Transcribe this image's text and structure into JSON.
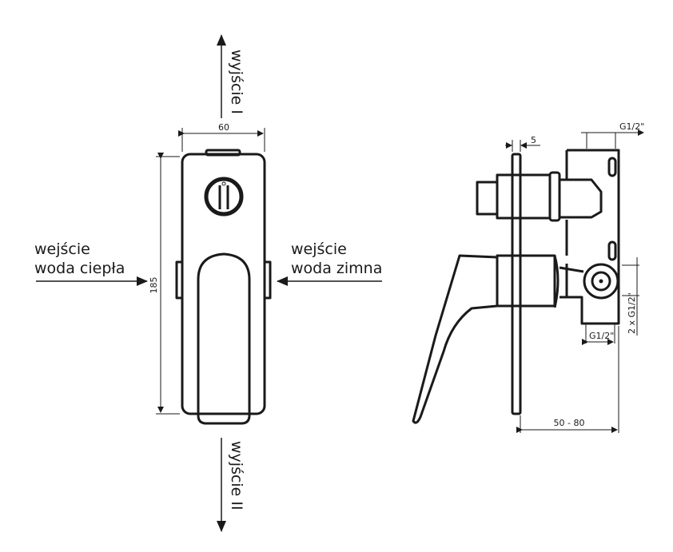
{
  "labels": {
    "outlet_1": "wyjście I",
    "outlet_2": "wyjście II",
    "inlet_hot_line1": "wejście",
    "inlet_hot_line2": "woda ciepła",
    "inlet_cold_line1": "wejście",
    "inlet_cold_line2": "woda zimna"
  },
  "dimensions": {
    "width": "60",
    "height": "185",
    "plate_thickness": "5",
    "top_connection": "G1/2\"",
    "bottom_connection": "G1/2\"",
    "side_connections": "2 x G1/2\"",
    "depth": "50 - 80"
  }
}
